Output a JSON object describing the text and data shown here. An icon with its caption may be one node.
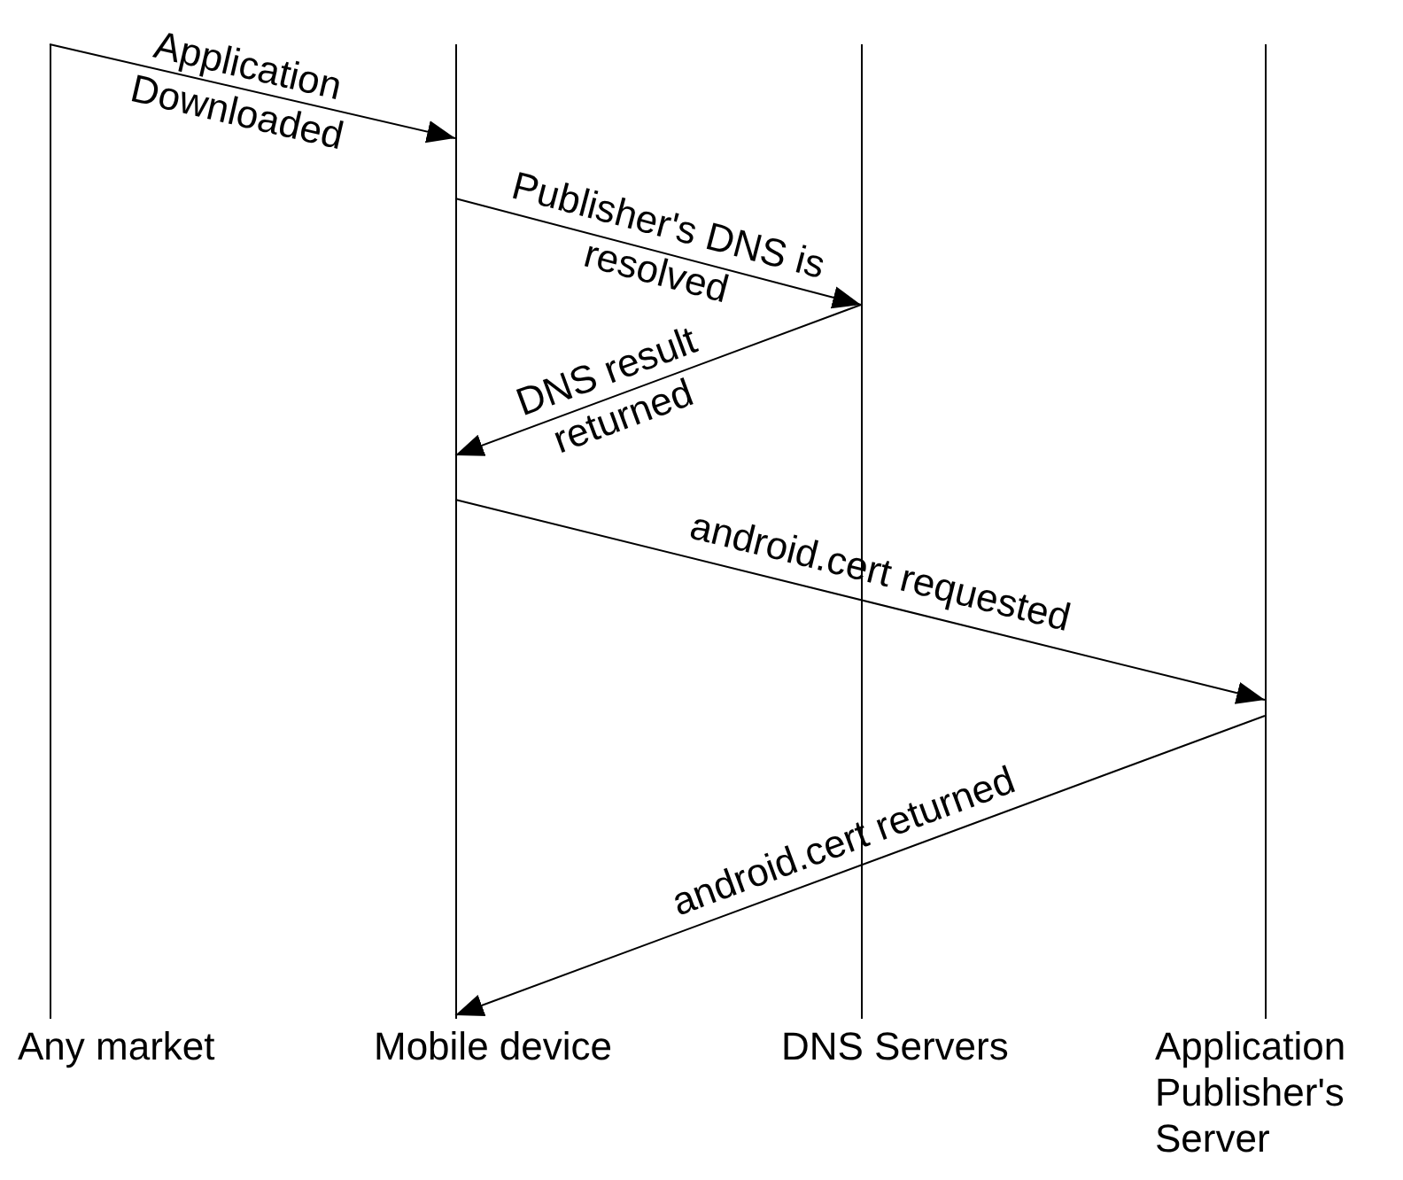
{
  "diagram": {
    "nodes": [
      {
        "text": [],
        "shape": "line",
        "beside": [
          "Any market"
        ]
      },
      {
        "text": [],
        "shape": "line",
        "beside": [
          "Mobile device"
        ]
      },
      {
        "text": [],
        "shape": "line",
        "beside": [
          "DNS Servers"
        ]
      },
      {
        "text": [],
        "shape": "line",
        "beside": [
          "Application Publisher's Server"
        ]
      }
    ],
    "edges": [
      {
        "from": 0,
        "to": 1,
        "arrow": "to",
        "label": "Application Downloaded"
      },
      {
        "from": 1,
        "to": 2,
        "arrow": "to",
        "label": "Publisher's DNS is resolved"
      },
      {
        "from": 2,
        "to": 1,
        "arrow": "to",
        "label": "DNS result returned"
      },
      {
        "from": 1,
        "to": 3,
        "arrow": "to",
        "label": "android.cert requested"
      },
      {
        "from": 3,
        "to": 1,
        "arrow": "to",
        "label": "android.cert returned"
      }
    ]
  }
}
